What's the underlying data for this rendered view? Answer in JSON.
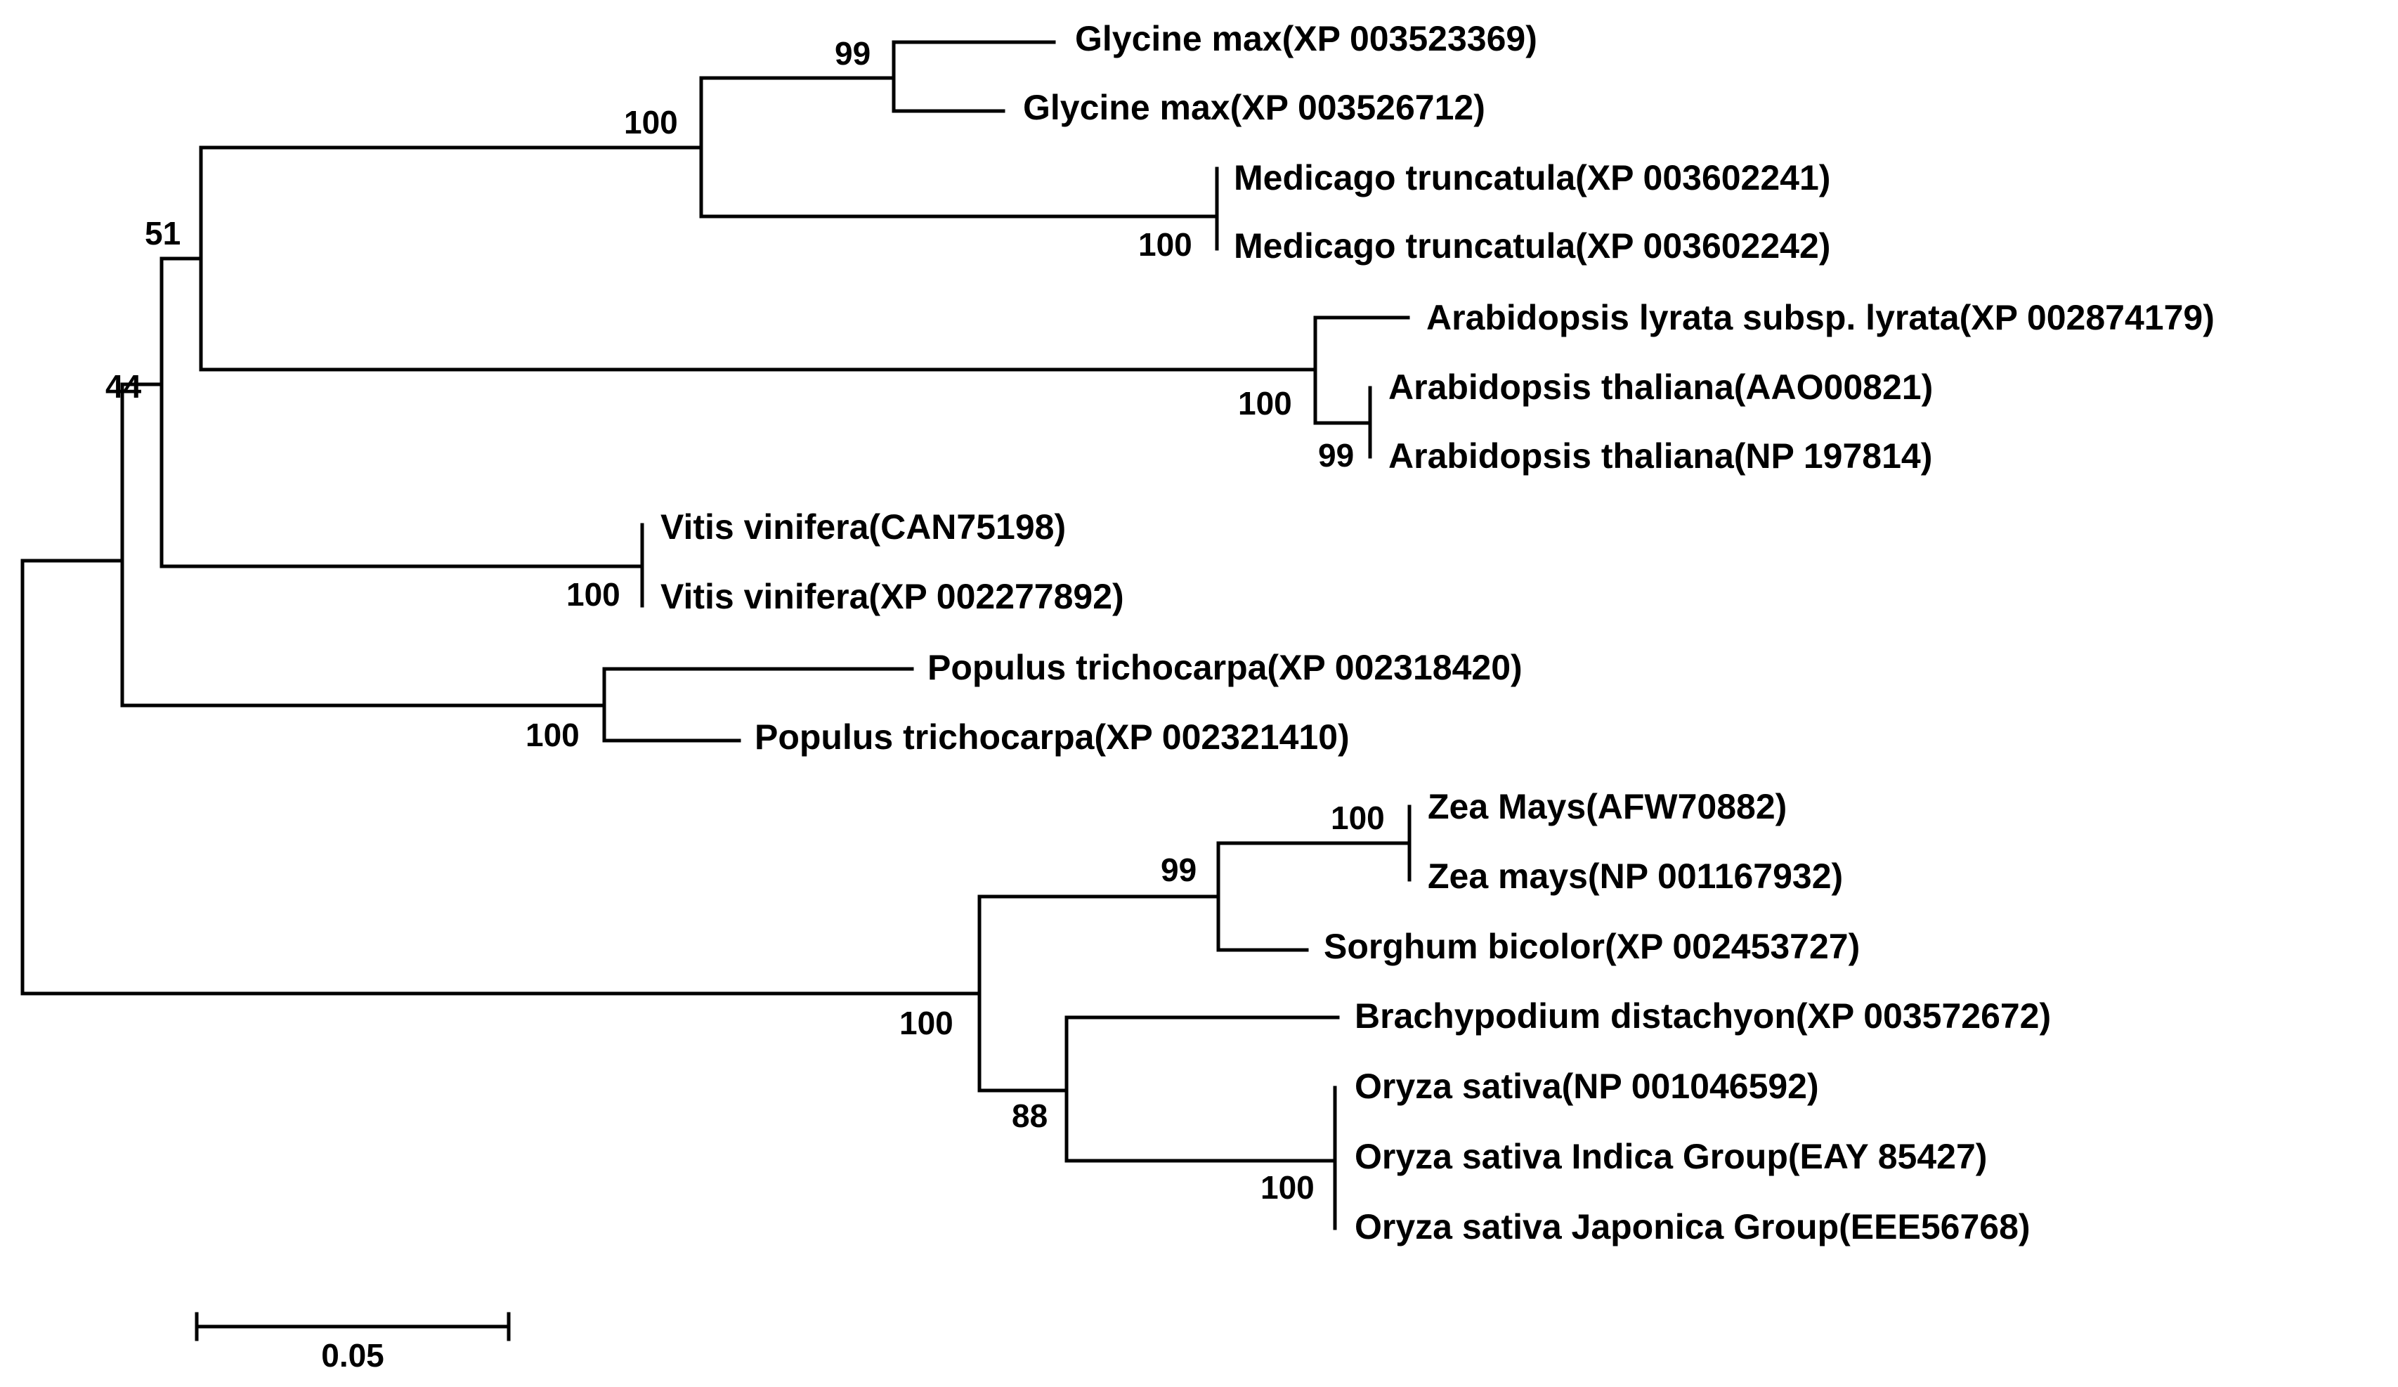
{
  "taxa": [
    "Glycine max(XP 003523369)",
    "Glycine max(XP 003526712)",
    "Medicago truncatula(XP 003602241)",
    "Medicago truncatula(XP 003602242)",
    "Arabidopsis lyrata subsp. lyrata(XP 002874179)",
    "Arabidopsis thaliana(AAO00821)",
    "Arabidopsis thaliana(NP 197814)",
    "Vitis vinifera(CAN75198)",
    "Vitis vinifera(XP 002277892)",
    "Populus trichocarpa(XP 002318420)",
    "Populus trichocarpa(XP 002321410)",
    "Zea Mays(AFW70882)",
    "Zea mays(NP 001167932)",
    "Sorghum bicolor(XP 002453727)",
    "Brachypodium distachyon(XP 003572672)",
    "Oryza sativa(NP 001046592)",
    "Oryza sativa Indica Group(EAY 85427)",
    "Oryza sativa Japonica Group(EEE56768)"
  ],
  "support_values": {
    "glycine_pair": "99",
    "legumes": "100",
    "medicago_pair": "100",
    "legumes_brassicaceae": "51",
    "dicots_core": "44",
    "arabidopsis_clade": "100",
    "arabidopsis_thaliana_pair": "99",
    "vitis_pair": "100",
    "populus_pair": "100",
    "zea_pair": "100",
    "zea_sorghum": "99",
    "monocots": "100",
    "brachypodium_oryza": "88",
    "oryza_group": "100"
  },
  "scale_bar": {
    "label": "0.05"
  }
}
